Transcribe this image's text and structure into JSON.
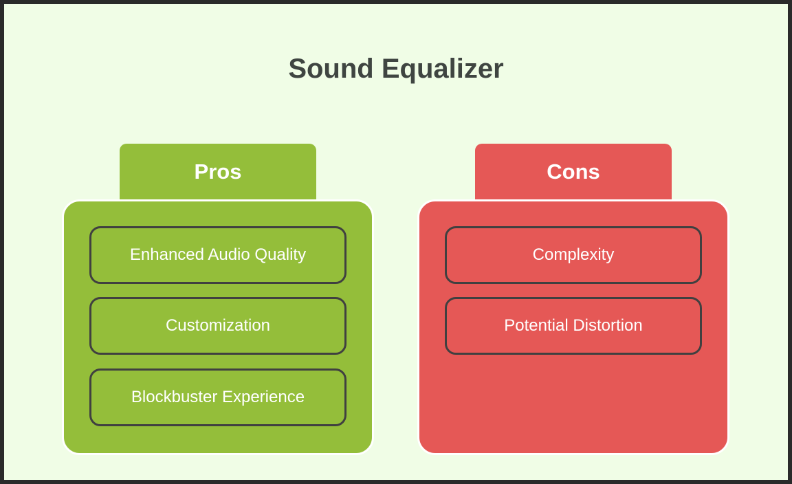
{
  "title": "Sound Equalizer",
  "pros": {
    "heading": "Pros",
    "items": [
      "Enhanced Audio Quality",
      "Customization",
      "Blockbuster Experience"
    ]
  },
  "cons": {
    "heading": "Cons",
    "items": [
      "Complexity",
      "Potential Distortion"
    ]
  },
  "colors": {
    "background": "#f0fde6",
    "pros": "#94be3a",
    "cons": "#e55856",
    "title_text": "#3f4541",
    "item_border": "#404040"
  }
}
